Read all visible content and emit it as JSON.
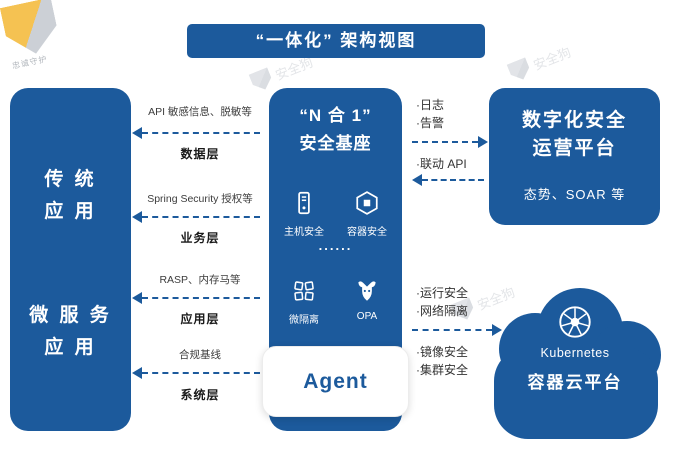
{
  "title": "“一体化” 架构视图",
  "watermark": {
    "brand": "安全狗",
    "tagline": "忠诚守护"
  },
  "left_panel": {
    "top_label": "传 统\n应 用",
    "bottom_label": "微 服 务\n应 用"
  },
  "layers": [
    {
      "caption": "API 敏感信息、脱敏等",
      "layer": "数据层"
    },
    {
      "caption": "Spring Security 授权等",
      "layer": "业务层"
    },
    {
      "caption": "RASP、内存马等",
      "layer": "应用层"
    },
    {
      "caption": "合规基线",
      "layer": "系统层"
    }
  ],
  "center": {
    "title_line1": "“N 合 1”",
    "title_line2": "安全基座",
    "modules": [
      {
        "label": "主机安全",
        "icon": "host-security-icon"
      },
      {
        "label": "容器安全",
        "icon": "container-security-icon"
      },
      {
        "label": "微隔离",
        "icon": "micro-isolation-icon"
      },
      {
        "label": "OPA",
        "icon": "opa-icon"
      }
    ],
    "ellipsis": "......",
    "agent_label": "Agent"
  },
  "soc": {
    "title_line1": "数字化安全",
    "title_line2": "运营平台",
    "subtitle": "态势、SOAR 等",
    "out_labels": [
      "·日志",
      "·告警"
    ],
    "in_label": "·联动 API"
  },
  "cloud": {
    "labels_top": [
      "·运行安全",
      "·网络隔离"
    ],
    "labels_bottom": [
      "·镜像安全",
      "·集群安全"
    ],
    "platform": "Kubernetes",
    "title": "容器云平台"
  },
  "colors": {
    "primary_blue": "#1c5a9c",
    "background": "#ffffff"
  }
}
